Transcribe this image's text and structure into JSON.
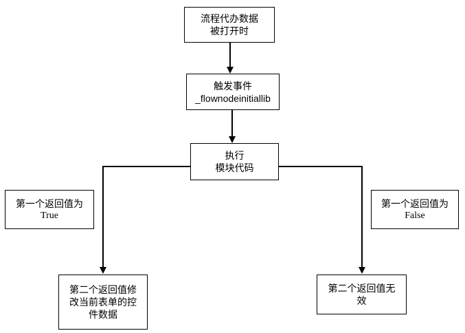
{
  "diagram": {
    "type": "flowchart",
    "colors": {
      "background": "#ffffff",
      "node_fill": "#ffffff",
      "border": "#000000",
      "line": "#000000",
      "text": "#000000"
    },
    "nodes": {
      "start": {
        "lines": [
          "流程代办数据",
          "被打开时"
        ]
      },
      "trigger": {
        "lines": [
          "触发事件",
          "_flownodeinitiallib"
        ]
      },
      "execute": {
        "lines": [
          "执行",
          "模块代码"
        ]
      },
      "label_true": {
        "lines": [
          "第一个返回值为",
          "True"
        ]
      },
      "label_false": {
        "lines": [
          "第一个返回值为",
          "False"
        ]
      },
      "result_true": {
        "lines": [
          "第二个返回值修",
          "改当前表单的控",
          "件数据"
        ]
      },
      "result_false": {
        "lines": [
          "第二个返回值无",
          "效"
        ]
      }
    },
    "edges": [
      {
        "from": "start",
        "to": "trigger",
        "style": "arrow-down"
      },
      {
        "from": "trigger",
        "to": "execute",
        "style": "arrow-down"
      },
      {
        "from": "execute",
        "to": "result_true",
        "style": "elbow-left-down-arrow",
        "condition": "第一个返回值为 True"
      },
      {
        "from": "execute",
        "to": "result_false",
        "style": "elbow-right-down-arrow",
        "condition": "第一个返回值为 False"
      }
    ]
  }
}
